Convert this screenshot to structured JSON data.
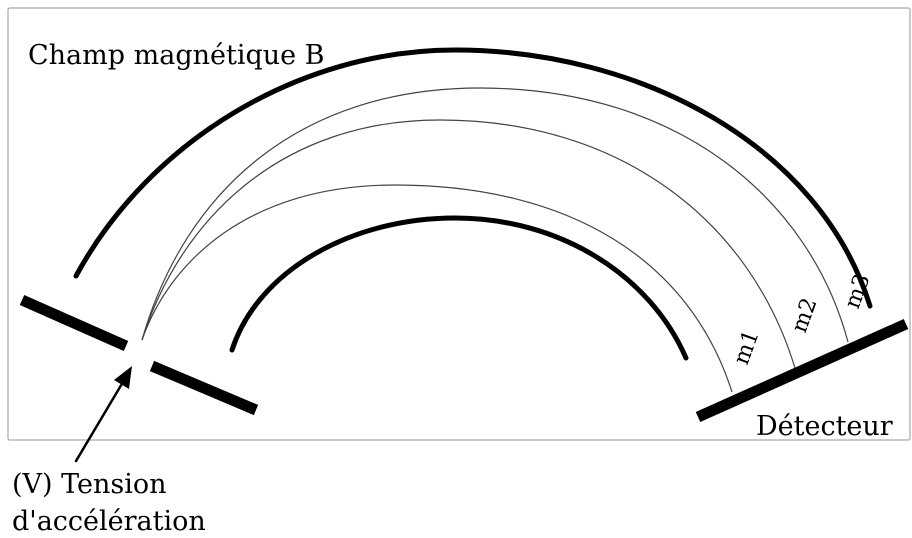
{
  "labels": {
    "field": "Champ magnétique B",
    "detector": "Détecteur",
    "voltage_line1": "(V)  Tension",
    "voltage_line2": "d'accélération"
  },
  "trajectories": [
    "m1",
    "m2",
    "m3"
  ],
  "colors": {
    "ink": "#000000",
    "frame": "#b8b8b8",
    "trajectory": "#444444",
    "background": "#ffffff"
  }
}
